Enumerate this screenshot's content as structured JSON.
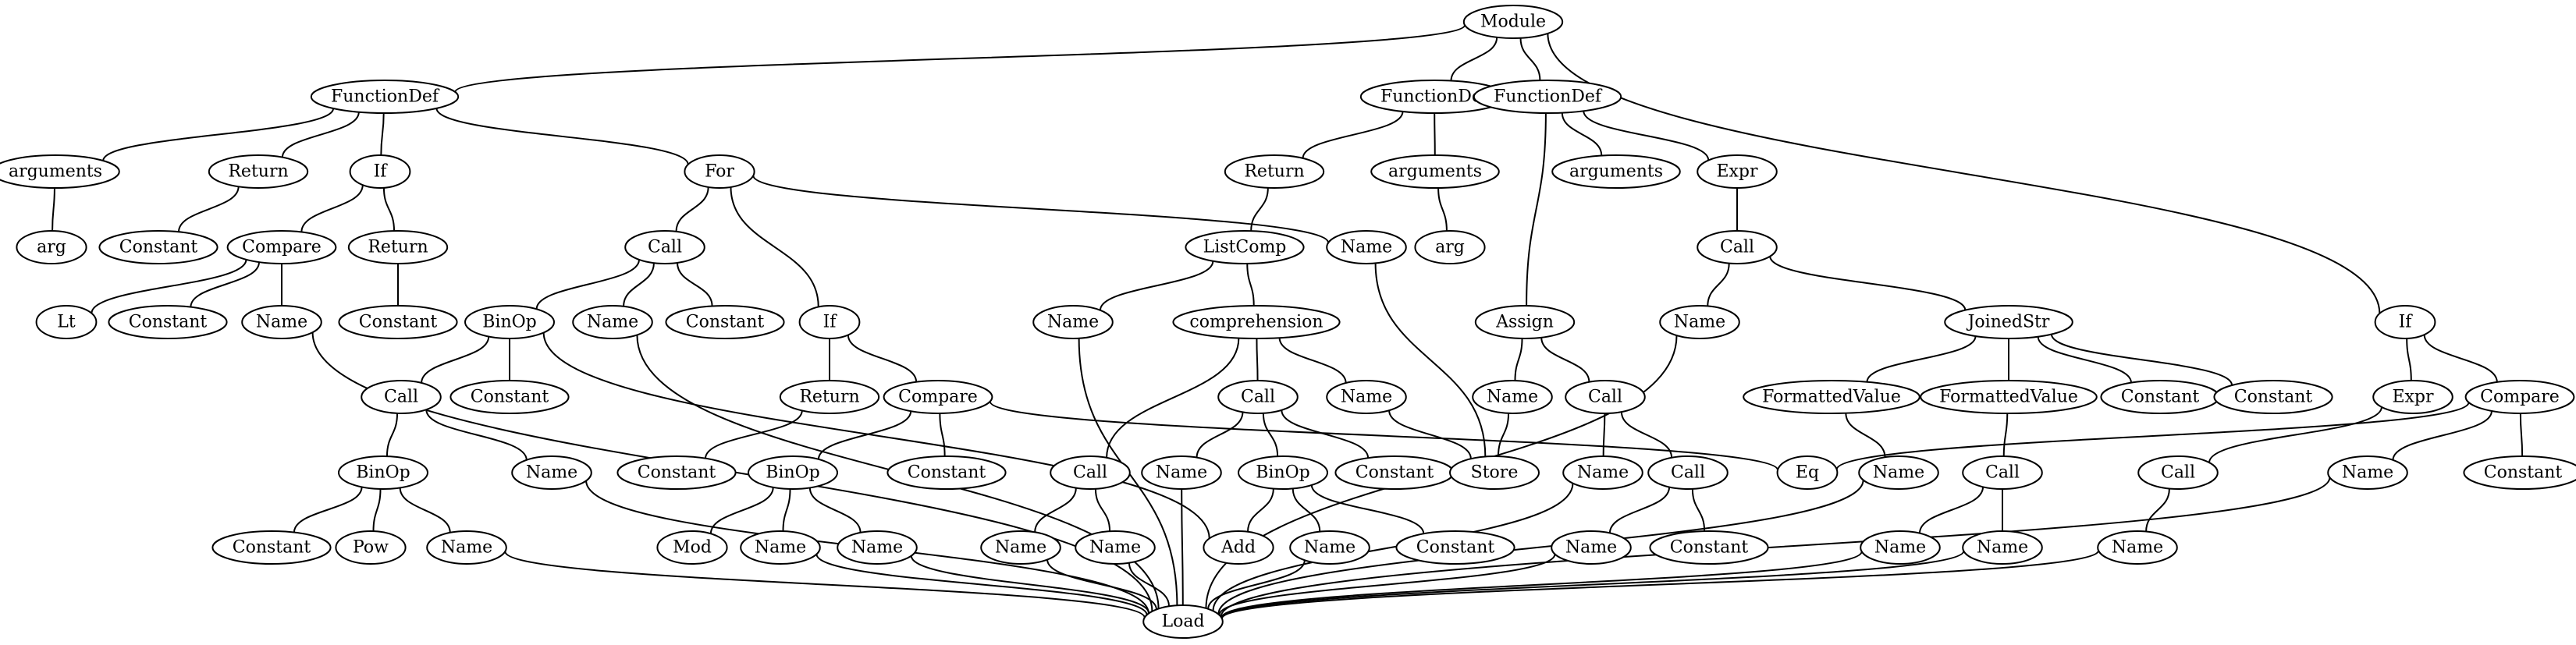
{
  "diagram": {
    "nodes": [
      {
        "id": "n0",
        "label": "Module"
      },
      {
        "id": "n1",
        "label": "FunctionDef"
      },
      {
        "id": "n2",
        "label": "FunctionDef"
      },
      {
        "id": "n3",
        "label": "FunctionDef"
      },
      {
        "id": "n4",
        "label": "arguments"
      },
      {
        "id": "n5",
        "label": "Return"
      },
      {
        "id": "n6",
        "label": "If"
      },
      {
        "id": "n7",
        "label": "For"
      },
      {
        "id": "n8",
        "label": "Return"
      },
      {
        "id": "n9",
        "label": "arguments"
      },
      {
        "id": "n10",
        "label": "arguments"
      },
      {
        "id": "n11",
        "label": "Expr"
      },
      {
        "id": "n12",
        "label": "arg"
      },
      {
        "id": "n13",
        "label": "Constant"
      },
      {
        "id": "n14",
        "label": "Compare"
      },
      {
        "id": "n15",
        "label": "Return"
      },
      {
        "id": "n16",
        "label": "Call"
      },
      {
        "id": "n17",
        "label": "ListComp"
      },
      {
        "id": "n18",
        "label": "Name"
      },
      {
        "id": "n19",
        "label": "arg"
      },
      {
        "id": "n20",
        "label": "Call"
      },
      {
        "id": "n21",
        "label": "Lt"
      },
      {
        "id": "n22",
        "label": "Constant"
      },
      {
        "id": "n23",
        "label": "Name"
      },
      {
        "id": "n24",
        "label": "Constant"
      },
      {
        "id": "n25",
        "label": "BinOp"
      },
      {
        "id": "n26",
        "label": "Name"
      },
      {
        "id": "n27",
        "label": "Constant"
      },
      {
        "id": "n28",
        "label": "If"
      },
      {
        "id": "n29",
        "label": "Name"
      },
      {
        "id": "n30",
        "label": "comprehension"
      },
      {
        "id": "n31",
        "label": "Assign"
      },
      {
        "id": "n32",
        "label": "Name"
      },
      {
        "id": "n33",
        "label": "JoinedStr"
      },
      {
        "id": "n34",
        "label": "If"
      },
      {
        "id": "n35",
        "label": "Call"
      },
      {
        "id": "n36",
        "label": "Constant"
      },
      {
        "id": "n37",
        "label": "Return"
      },
      {
        "id": "n38",
        "label": "Compare"
      },
      {
        "id": "n39",
        "label": "Call"
      },
      {
        "id": "n40",
        "label": "Name"
      },
      {
        "id": "n41",
        "label": "Name"
      },
      {
        "id": "n42",
        "label": "Call"
      },
      {
        "id": "n43",
        "label": "FormattedValue"
      },
      {
        "id": "n44",
        "label": "FormattedValue"
      },
      {
        "id": "n45",
        "label": "Constant"
      },
      {
        "id": "n46",
        "label": "Constant"
      },
      {
        "id": "n47",
        "label": "Expr"
      },
      {
        "id": "n48",
        "label": "Compare"
      },
      {
        "id": "n49",
        "label": "BinOp"
      },
      {
        "id": "n50",
        "label": "Name"
      },
      {
        "id": "n51",
        "label": "Constant"
      },
      {
        "id": "n52",
        "label": "BinOp"
      },
      {
        "id": "n53",
        "label": "Constant"
      },
      {
        "id": "n54",
        "label": "Call"
      },
      {
        "id": "n55",
        "label": "Name"
      },
      {
        "id": "n56",
        "label": "BinOp"
      },
      {
        "id": "n57",
        "label": "Constant"
      },
      {
        "id": "n58",
        "label": "Store"
      },
      {
        "id": "n59",
        "label": "Name"
      },
      {
        "id": "n60",
        "label": "Call"
      },
      {
        "id": "n61",
        "label": "Eq"
      },
      {
        "id": "n62",
        "label": "Name"
      },
      {
        "id": "n63",
        "label": "Call"
      },
      {
        "id": "n64",
        "label": "Call"
      },
      {
        "id": "n65",
        "label": "Name"
      },
      {
        "id": "n66",
        "label": "Constant"
      },
      {
        "id": "n67",
        "label": "Constant"
      },
      {
        "id": "n68",
        "label": "Pow"
      },
      {
        "id": "n69",
        "label": "Name"
      },
      {
        "id": "n70",
        "label": "Mod"
      },
      {
        "id": "n71",
        "label": "Name"
      },
      {
        "id": "n72",
        "label": "Name"
      },
      {
        "id": "n73",
        "label": "Name"
      },
      {
        "id": "n74",
        "label": "Name"
      },
      {
        "id": "n75",
        "label": "Add"
      },
      {
        "id": "n76",
        "label": "Name"
      },
      {
        "id": "n77",
        "label": "Constant"
      },
      {
        "id": "n78",
        "label": "Name"
      },
      {
        "id": "n79",
        "label": "Constant"
      },
      {
        "id": "n80",
        "label": "Name"
      },
      {
        "id": "n81",
        "label": "Name"
      },
      {
        "id": "n82",
        "label": "Name"
      },
      {
        "id": "n83",
        "label": "Load"
      }
    ],
    "edges": [
      [
        "n0",
        "n1"
      ],
      [
        "n0",
        "n2"
      ],
      [
        "n0",
        "n3"
      ],
      [
        "n0",
        "n34"
      ],
      [
        "n1",
        "n4"
      ],
      [
        "n1",
        "n5"
      ],
      [
        "n1",
        "n6"
      ],
      [
        "n1",
        "n7"
      ],
      [
        "n4",
        "n12"
      ],
      [
        "n5",
        "n13"
      ],
      [
        "n6",
        "n14"
      ],
      [
        "n6",
        "n15"
      ],
      [
        "n14",
        "n21"
      ],
      [
        "n14",
        "n22"
      ],
      [
        "n14",
        "n23"
      ],
      [
        "n15",
        "n24"
      ],
      [
        "n7",
        "n16"
      ],
      [
        "n7",
        "n28"
      ],
      [
        "n7",
        "n18"
      ],
      [
        "n16",
        "n25"
      ],
      [
        "n16",
        "n26"
      ],
      [
        "n16",
        "n27"
      ],
      [
        "n25",
        "n35"
      ],
      [
        "n25",
        "n36"
      ],
      [
        "n25",
        "n75"
      ],
      [
        "n35",
        "n49"
      ],
      [
        "n35",
        "n50"
      ],
      [
        "n49",
        "n66"
      ],
      [
        "n49",
        "n68"
      ],
      [
        "n49",
        "n69"
      ],
      [
        "n28",
        "n37"
      ],
      [
        "n28",
        "n38"
      ],
      [
        "n37",
        "n51"
      ],
      [
        "n38",
        "n52"
      ],
      [
        "n38",
        "n53"
      ],
      [
        "n38",
        "n61"
      ],
      [
        "n52",
        "n70"
      ],
      [
        "n52",
        "n71"
      ],
      [
        "n52",
        "n72"
      ],
      [
        "n2",
        "n8"
      ],
      [
        "n2",
        "n9"
      ],
      [
        "n8",
        "n17"
      ],
      [
        "n9",
        "n19"
      ],
      [
        "n17",
        "n29"
      ],
      [
        "n17",
        "n30"
      ],
      [
        "n30",
        "n54"
      ],
      [
        "n30",
        "n39"
      ],
      [
        "n30",
        "n40"
      ],
      [
        "n54",
        "n73"
      ],
      [
        "n54",
        "n74"
      ],
      [
        "n39",
        "n55"
      ],
      [
        "n39",
        "n56"
      ],
      [
        "n39",
        "n57"
      ],
      [
        "n56",
        "n75"
      ],
      [
        "n56",
        "n76"
      ],
      [
        "n56",
        "n77"
      ],
      [
        "n40",
        "n58"
      ],
      [
        "n18",
        "n58"
      ],
      [
        "n3",
        "n31"
      ],
      [
        "n3",
        "n10"
      ],
      [
        "n3",
        "n11"
      ],
      [
        "n31",
        "n41"
      ],
      [
        "n31",
        "n42"
      ],
      [
        "n41",
        "n58"
      ],
      [
        "n42",
        "n59"
      ],
      [
        "n42",
        "n60"
      ],
      [
        "n60",
        "n78"
      ],
      [
        "n60",
        "n79"
      ],
      [
        "n11",
        "n20"
      ],
      [
        "n20",
        "n32"
      ],
      [
        "n20",
        "n33"
      ],
      [
        "n33",
        "n43"
      ],
      [
        "n33",
        "n44"
      ],
      [
        "n33",
        "n45"
      ],
      [
        "n33",
        "n46"
      ],
      [
        "n43",
        "n62"
      ],
      [
        "n44",
        "n63"
      ],
      [
        "n63",
        "n80"
      ],
      [
        "n63",
        "n81"
      ],
      [
        "n34",
        "n47"
      ],
      [
        "n34",
        "n48"
      ],
      [
        "n47",
        "n64"
      ],
      [
        "n64",
        "n82"
      ],
      [
        "n48",
        "n61"
      ],
      [
        "n48",
        "n65"
      ],
      [
        "n48",
        "n67"
      ],
      [
        "n23",
        "n83"
      ],
      [
        "n26",
        "n83"
      ],
      [
        "n29",
        "n83"
      ],
      [
        "n32",
        "n83"
      ],
      [
        "n50",
        "n83"
      ],
      [
        "n55",
        "n83"
      ],
      [
        "n59",
        "n83"
      ],
      [
        "n62",
        "n83"
      ],
      [
        "n65",
        "n83"
      ],
      [
        "n69",
        "n83"
      ],
      [
        "n71",
        "n83"
      ],
      [
        "n72",
        "n83"
      ],
      [
        "n73",
        "n83"
      ],
      [
        "n74",
        "n83"
      ],
      [
        "n76",
        "n83"
      ],
      [
        "n78",
        "n83"
      ],
      [
        "n80",
        "n83"
      ],
      [
        "n81",
        "n83"
      ],
      [
        "n82",
        "n83"
      ]
    ]
  }
}
